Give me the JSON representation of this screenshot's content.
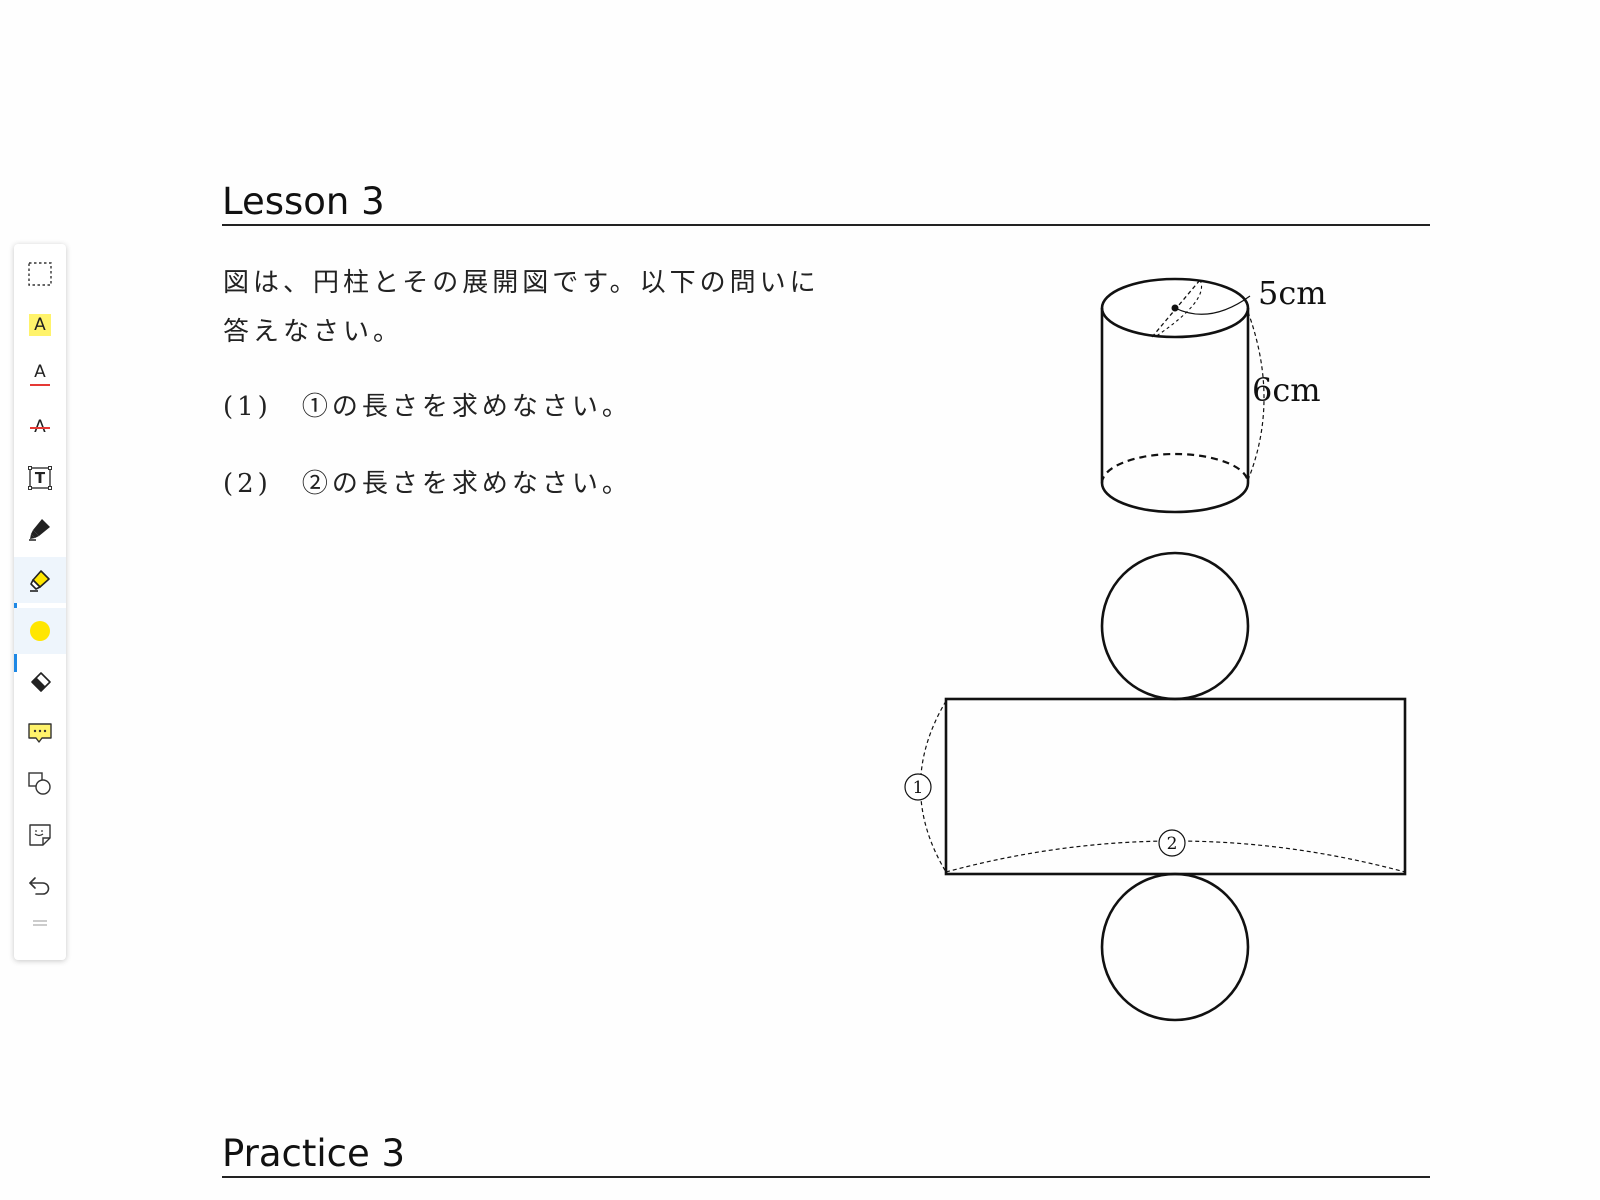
{
  "toolbar": {
    "tools": [
      {
        "name": "select",
        "icon": "dashed-rect-select-icon"
      },
      {
        "name": "highlight-text",
        "icon": "highlight-text-icon",
        "letter": "A",
        "color": "#fff36b"
      },
      {
        "name": "underline-text",
        "icon": "underline-text-icon",
        "letter": "A",
        "color": "#e53935"
      },
      {
        "name": "strikethrough-text",
        "icon": "strikethrough-text-icon",
        "letter": "A",
        "color": "#e53935"
      },
      {
        "name": "text-box",
        "icon": "text-box-icon",
        "letter": "T"
      },
      {
        "name": "pen",
        "icon": "pen-icon"
      },
      {
        "name": "highlighter",
        "icon": "highlighter-icon",
        "active": true
      },
      {
        "name": "color",
        "icon": "color-dot-icon",
        "color": "#ffe600",
        "active": true
      },
      {
        "name": "eraser",
        "icon": "eraser-icon"
      },
      {
        "name": "comment",
        "icon": "comment-icon",
        "color": "#fff36b"
      },
      {
        "name": "shapes",
        "icon": "shapes-icon"
      },
      {
        "name": "sticky-note",
        "icon": "sticky-note-icon"
      },
      {
        "name": "undo",
        "icon": "undo-icon"
      },
      {
        "name": "drag-handle",
        "icon": "drag-handle-icon"
      }
    ]
  },
  "lesson": {
    "heading": "Lesson 3",
    "intro_line1": "図は、円柱とその展開図です。以下の問いに",
    "intro_line2": "答えなさい。",
    "q1": "(1)　①の長さを求めなさい。",
    "q2": "(2)　②の長さを求めなさい。"
  },
  "diagram": {
    "radius_label": "5cm",
    "height_label": "6cm",
    "label_1": "1",
    "label_2": "2"
  },
  "practice": {
    "heading": "Practice 3"
  }
}
